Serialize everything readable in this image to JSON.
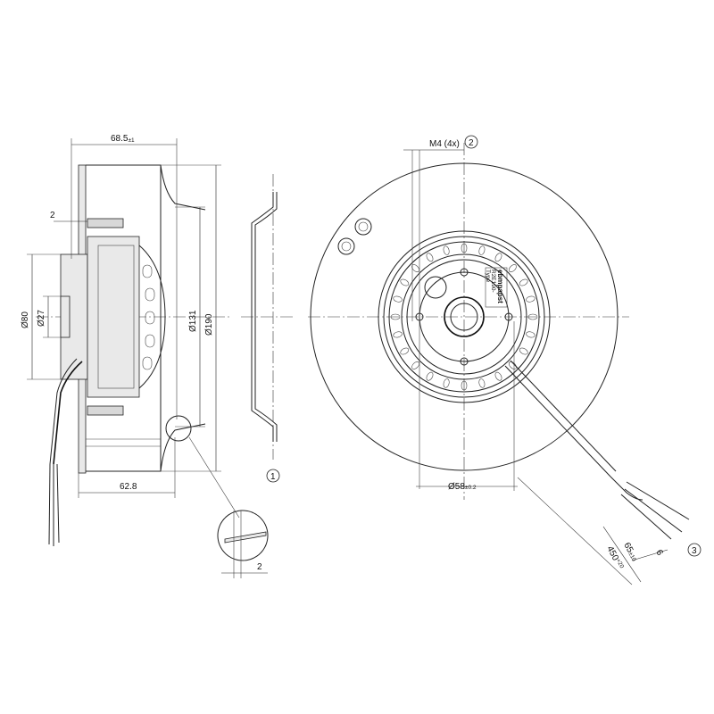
{
  "side_view": {
    "dim_depth": {
      "value": "68.5",
      "tol": "±1"
    },
    "dim_gap": "2",
    "dim_hub_dia": "Ø80",
    "dim_shaft_dia": "Ø27",
    "dim_inlet_dia": "Ø131",
    "dim_outer_dia": "Ø190",
    "dim_mount_depth": "62.8"
  },
  "detail": {
    "dim_thickness": "2"
  },
  "front_view": {
    "thread_label": "M4 (4x)",
    "dim_bolt_circle": {
      "value": "Ø58",
      "tol": "±0.2"
    },
    "dim_cable_end": {
      "value": "65",
      "tol": "±10"
    },
    "dim_cable_len": {
      "value": "450",
      "tol": "+20"
    },
    "dim_strip": "6",
    "brand_text": "ebmpapst",
    "label_lines": [
      "ebmpapst",
      "R2E190-",
      "Type"
    ]
  },
  "callouts": {
    "c1": "1",
    "c2": "2",
    "c3": "3"
  }
}
